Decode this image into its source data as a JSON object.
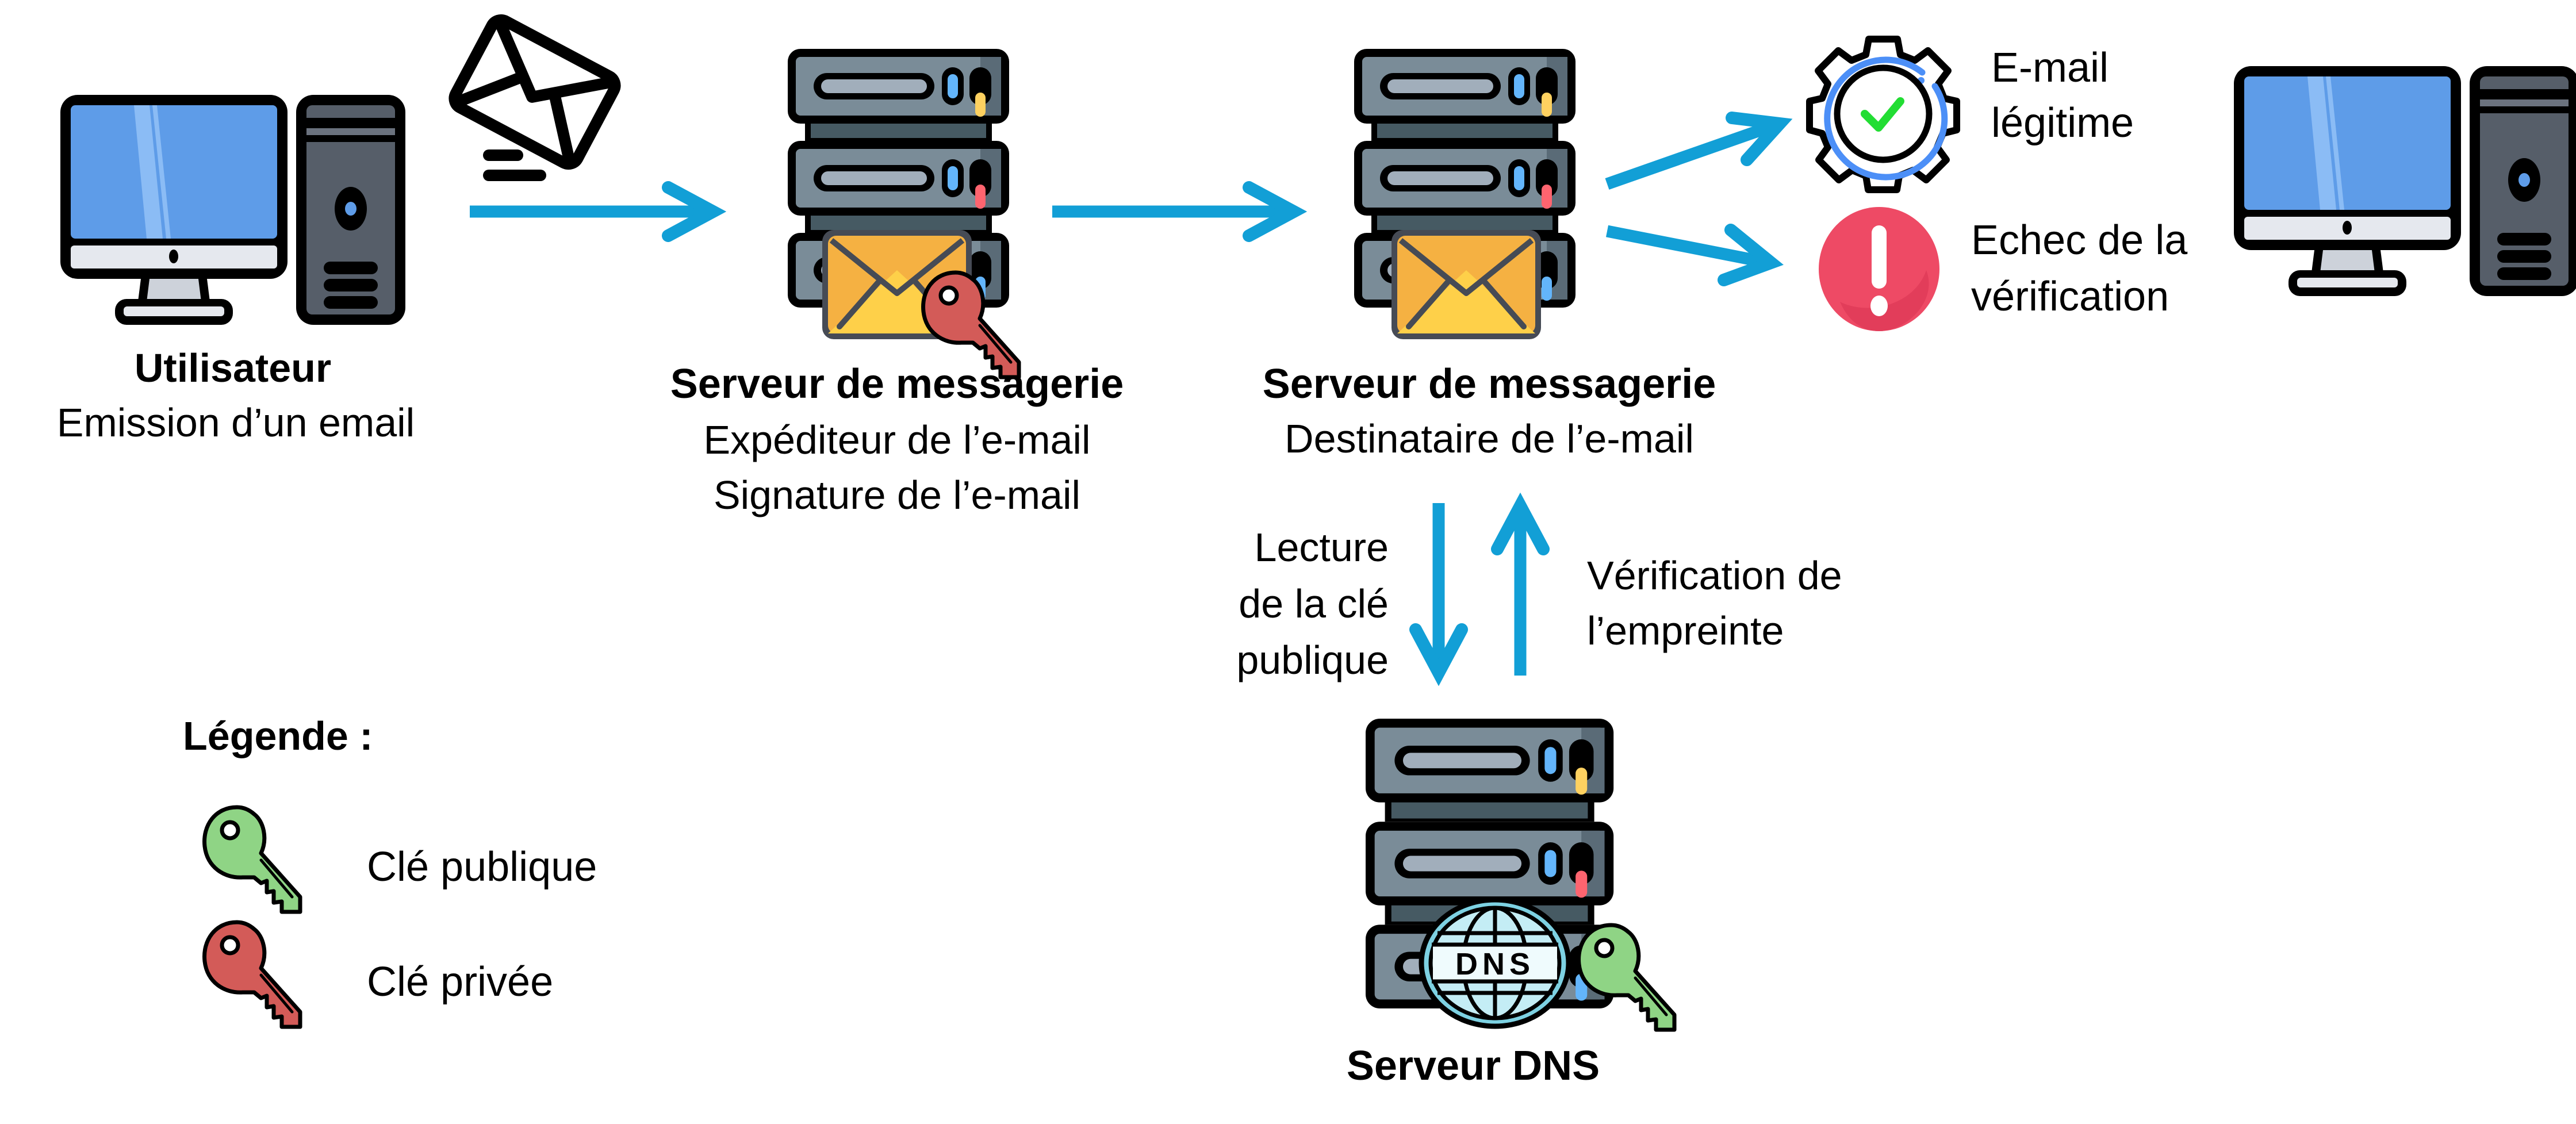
{
  "colors": {
    "arrow": "#129FD6",
    "server_body": "#7A8C98",
    "server_dark": "#5A6B77",
    "server_slot": "#A1AEBB",
    "led_blue": "#63B5FB",
    "led_yellow": "#FED160",
    "led_red": "#FE646F",
    "envelope_light": "#FED049",
    "envelope_dark": "#F5B142",
    "key_private": "#D35B58",
    "key_public": "#8FD485",
    "screen": "#5E9CE8",
    "alert": "#EE4A65",
    "check": "#22DD33",
    "gear_ring": "#4C8FF7",
    "globe": "#7DD1E2"
  },
  "nodes": {
    "user": {
      "icon": "desktop-computer-icon",
      "title": "Utilisateur",
      "subtitle": "Emission d’un email"
    },
    "sending_envelope": {
      "icon": "flying-envelope-icon"
    },
    "sender_server": {
      "icon": "mail-server-signed-icon",
      "title": "Serveur de messagerie",
      "lines": [
        "Expéditeur de l’e-mail",
        "Signature de l’e-mail"
      ]
    },
    "recipient_server": {
      "icon": "mail-server-icon",
      "title": "Serveur de messagerie",
      "lines": [
        "Destinataire de l’e-mail"
      ]
    },
    "outcomes": [
      {
        "icon": "gear-check-icon",
        "lines": [
          "E-mail",
          "légitime"
        ]
      },
      {
        "icon": "alert-icon",
        "lines": [
          "Echec de la",
          "vérification"
        ]
      }
    ],
    "recipient_user": {
      "icon": "desktop-computer-icon"
    },
    "dns_server": {
      "icon": "dns-server-icon",
      "title": "Serveur DNS"
    }
  },
  "edges": [
    {
      "from": "user",
      "to": "sender_server",
      "label": ""
    },
    {
      "from": "sender_server",
      "to": "recipient_server",
      "label": ""
    },
    {
      "from": "recipient_server",
      "to": "outcome_legit",
      "label": ""
    },
    {
      "from": "recipient_server",
      "to": "outcome_fail",
      "label": ""
    },
    {
      "from": "recipient_server",
      "to": "dns_server",
      "label_lines": [
        "Lecture",
        "de la clé",
        "publique"
      ]
    },
    {
      "from": "dns_server",
      "to": "recipient_server",
      "label_lines": [
        "Vérification de",
        "l’empreinte"
      ]
    }
  ],
  "legend": {
    "title": "Légende :",
    "items": [
      {
        "icon": "public-key-icon",
        "label": "Clé publique",
        "color": "#8FD485"
      },
      {
        "icon": "private-key-icon",
        "label": "Clé privée",
        "color": "#D35B58"
      }
    ]
  }
}
